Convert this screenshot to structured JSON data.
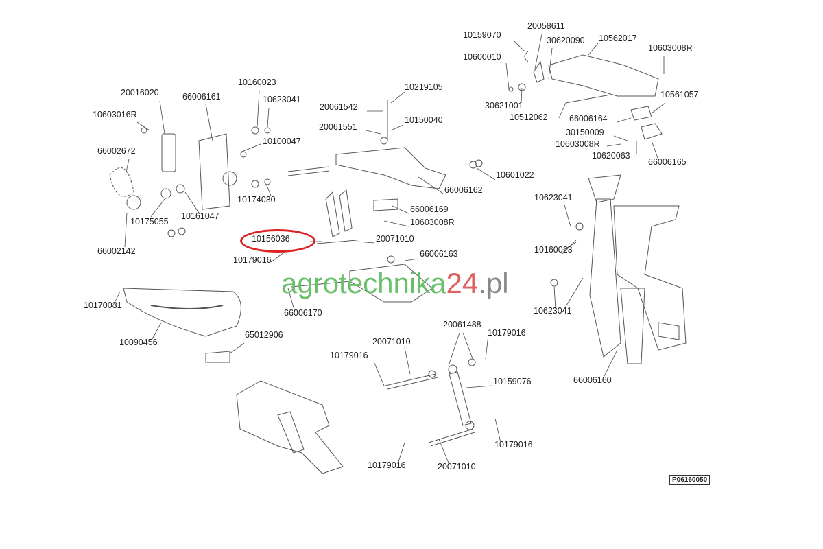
{
  "diagram": {
    "reference_code": "P06160050",
    "watermark": {
      "part1": "agrotechnika",
      "part2": "24",
      "part3": ".pl"
    },
    "highlighted_part": "10156036",
    "highlight_color": "#dd2222",
    "labels": [
      "10159070",
      "20058611",
      "30620090",
      "10562017",
      "10603008R",
      "10600010",
      "10561057",
      "30621001",
      "10512062",
      "66006164",
      "30150009",
      "10603008R",
      "10620063",
      "66006165",
      "10160023",
      "20016020",
      "66006161",
      "10623041",
      "10219105",
      "20061542",
      "10603016R",
      "20061551",
      "10150040",
      "10100047",
      "66002672",
      "10601022",
      "66006162",
      "10174030",
      "10623041",
      "66006169",
      "10603008R",
      "10175055",
      "10161047",
      "10156036",
      "20071010",
      "10160023",
      "66002142",
      "10179016",
      "66006163",
      "10170031",
      "66006170",
      "10623041",
      "20061488",
      "10179016",
      "10090456",
      "20071010",
      "65012906",
      "10179016",
      "10159076",
      "66006160",
      "10179016",
      "10179016",
      "20071010"
    ]
  }
}
